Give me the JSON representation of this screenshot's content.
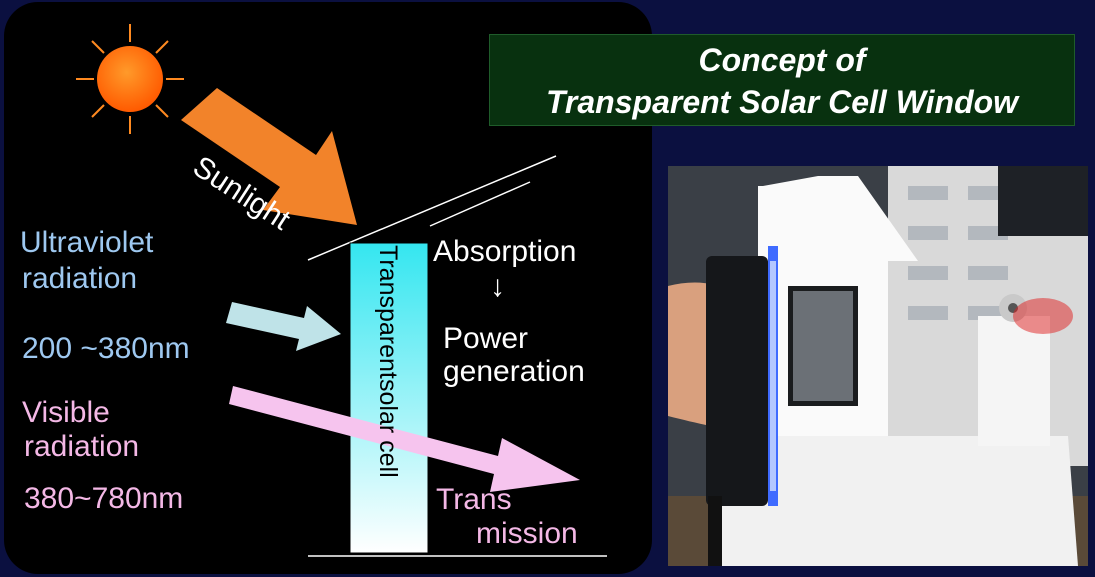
{
  "title": {
    "line1": "Concept of",
    "line2": "Transparent Solar Cell Window"
  },
  "diagram": {
    "sunlight_label": "Sunlight",
    "uv": {
      "label_line1": "Ultraviolet",
      "label_line2": "radiation",
      "range": "200 ~380nm"
    },
    "visible": {
      "label_line1": "Visible",
      "label_line2": "radiation",
      "range": "380~780nm"
    },
    "cell": {
      "line1": "Transparent",
      "line2": "solar cell"
    },
    "absorption": "Absorption",
    "arrow_symbol": "↓",
    "power_line1": "Power",
    "power_line2": "generation",
    "trans_line1": "Trans",
    "trans_line2": "mission"
  },
  "colors": {
    "background": "#0b1040",
    "panel": "#000000",
    "title_box": "#08310f",
    "sun": "#ff6a00",
    "sunlight_arrow": "#f2832a",
    "uv_text": "#9ec8f0",
    "visible_text": "#f4b8e6",
    "uv_arrow": "#bfe3e8",
    "visible_arrow": "#f6c4ee",
    "cell_top": "#34e6f0",
    "cell_bottom": "#ffffff"
  },
  "photo": {
    "depicts": "photograph of a model house with a transparent solar cell window lit by a UV lamp"
  }
}
